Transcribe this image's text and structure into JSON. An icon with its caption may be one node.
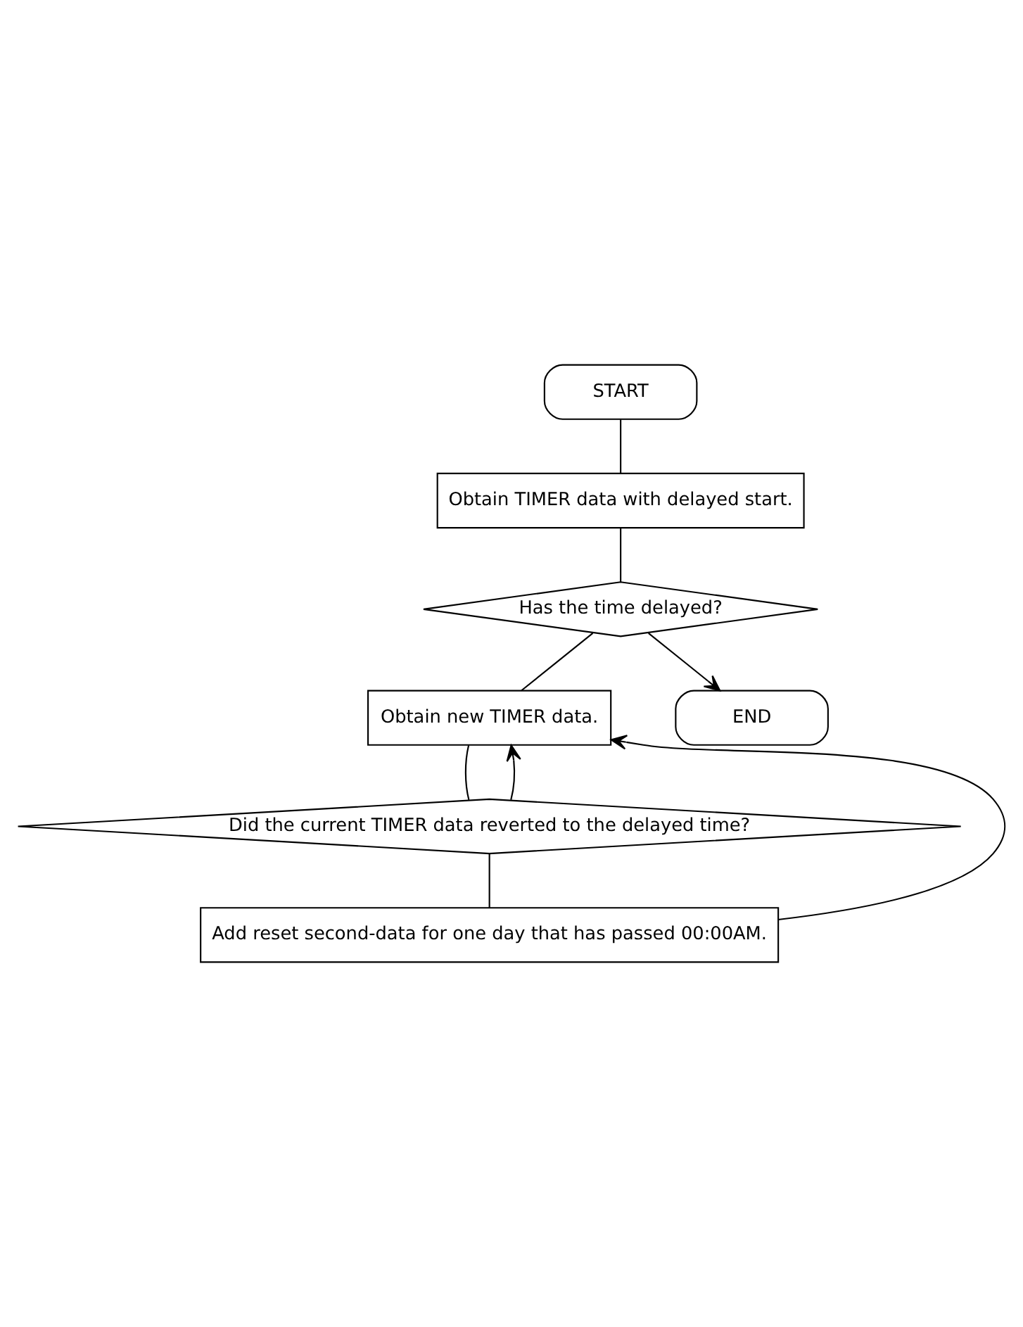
{
  "diagram": {
    "nodes": [
      {
        "text": [
          "START"
        ]
      },
      {
        "text": [
          "Obtain TIMER data with delayed start."
        ]
      },
      {
        "text": [
          "Has the time delayed?"
        ]
      },
      {
        "text": [
          "Obtain new TIMER data."
        ]
      },
      {
        "text": [
          "Did the current TIMER data reverted to the delayed time?"
        ]
      },
      {
        "text": [
          "Add reset second-data for one day that has passed 00:00AM."
        ]
      },
      {
        "text": [
          "END"
        ]
      }
    ],
    "edges": [
      {
        "from": 0,
        "to": 1,
        "arrow": "none"
      },
      {
        "from": 1,
        "to": 2,
        "arrow": "none"
      },
      {
        "from": 2,
        "to": 3,
        "arrow": "none"
      },
      {
        "from": 3,
        "to": 4,
        "arrow": "none"
      },
      {
        "from": 4,
        "to": 3,
        "arrow": "to"
      },
      {
        "from": 4,
        "to": 5,
        "arrow": "none"
      },
      {
        "from": 5,
        "to": 3,
        "arrow": "to"
      },
      {
        "from": 2,
        "to": 6,
        "arrow": "to"
      }
    ]
  }
}
